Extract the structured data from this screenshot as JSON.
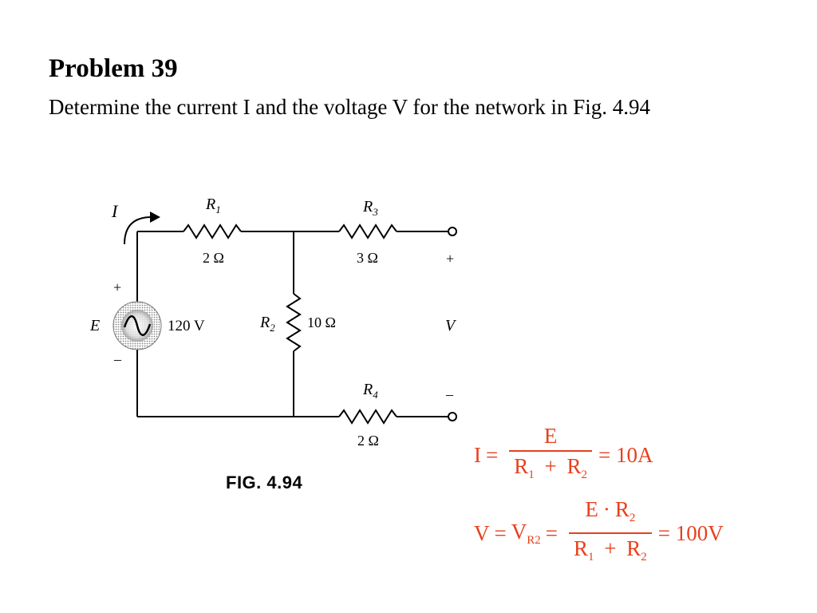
{
  "problem": {
    "title": "Problem 39",
    "statement": "Determine the current I and the voltage V for the network in Fig. 4.94"
  },
  "figure": {
    "caption": "FIG. 4.94",
    "current_label": "I",
    "source": {
      "label": "E",
      "value": "120 V",
      "plus": "+",
      "minus": "–"
    },
    "resistors": [
      {
        "id": "R1",
        "name": "R",
        "sub": "1",
        "value": "2 Ω"
      },
      {
        "id": "R2",
        "name": "R",
        "sub": "2",
        "value": "10 Ω"
      },
      {
        "id": "R3",
        "name": "R",
        "sub": "3",
        "value": "3 Ω"
      },
      {
        "id": "R4",
        "name": "R",
        "sub": "4",
        "value": "2 Ω"
      }
    ],
    "output": {
      "label": "V",
      "plus": "+",
      "minus": "–"
    }
  },
  "equations": {
    "eq1": {
      "lhs": "I",
      "eq_sign": "=",
      "num": "E",
      "den_a": "R",
      "den_a_sub": "1",
      "den_op": "+",
      "den_b": "R",
      "den_b_sub": "2",
      "result": "= 10A"
    },
    "eq2": {
      "lhs": "V",
      "eq_sign": "=",
      "mid": "V",
      "mid_sub": "R2",
      "num_a": "E",
      "num_op": "·",
      "num_b": "R",
      "num_b_sub": "2",
      "den_a": "R",
      "den_a_sub": "1",
      "den_op": "+",
      "den_b": "R",
      "den_b_sub": "2",
      "result": "= 100V"
    }
  },
  "colors": {
    "equation_text": "#e8401c",
    "circuit_lines": "#000000"
  }
}
